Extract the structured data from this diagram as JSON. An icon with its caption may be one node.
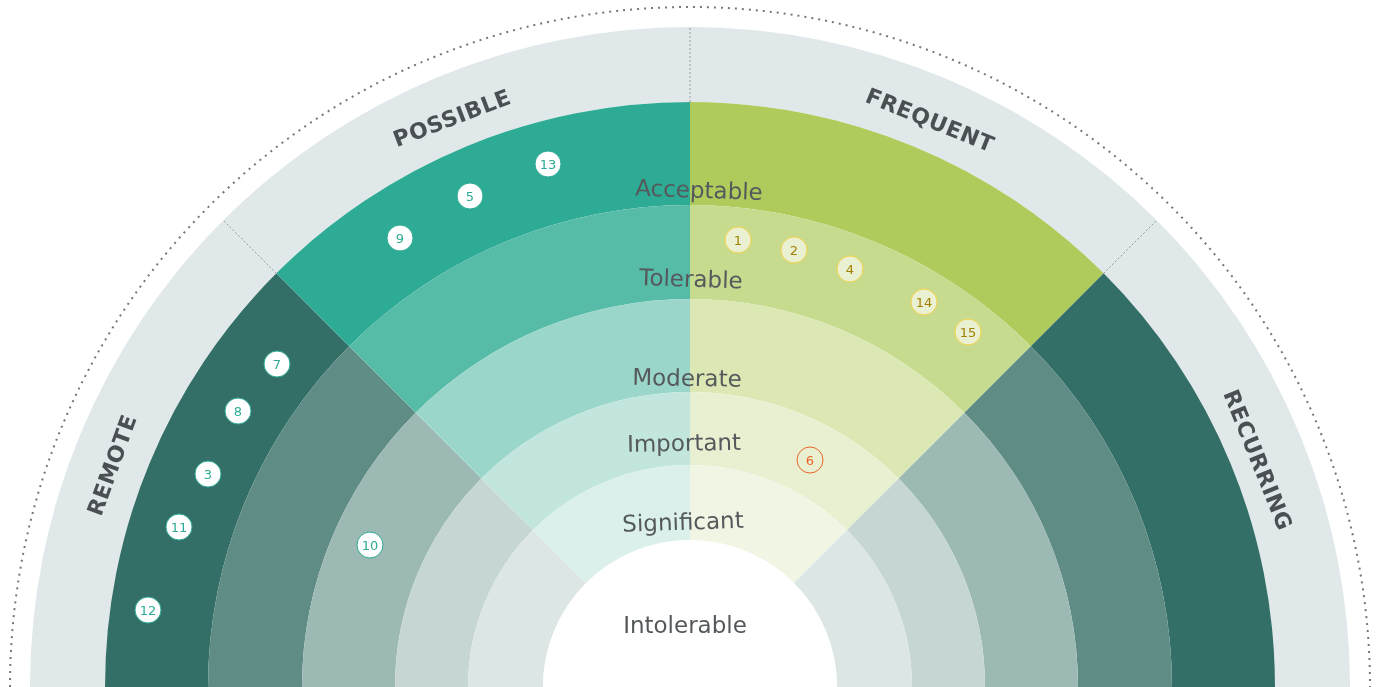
{
  "diagram": {
    "nodes": [
      {
        "text": [
          "POSSIBLE"
        ]
      },
      {
        "text": [
          "FREQUENT"
        ]
      },
      {
        "text": [
          "REMOTE"
        ]
      },
      {
        "text": [
          "RECURRING"
        ]
      },
      {
        "text": [
          "Acceptable"
        ]
      },
      {
        "text": [
          "Tolerable"
        ]
      },
      {
        "text": [
          "Moderate"
        ]
      },
      {
        "text": [
          "Important"
        ]
      },
      {
        "text": [
          "Significant"
        ]
      },
      {
        "text": [
          "Intolerable"
        ]
      },
      {
        "text": [
          "13"
        ]
      },
      {
        "text": [
          "5"
        ]
      },
      {
        "text": [
          "9"
        ]
      },
      {
        "text": [
          "1"
        ]
      },
      {
        "text": [
          "2"
        ]
      },
      {
        "text": [
          "4"
        ]
      },
      {
        "text": [
          "14"
        ]
      },
      {
        "text": [
          "15"
        ]
      },
      {
        "text": [
          "7"
        ]
      },
      {
        "text": [
          "8"
        ]
      },
      {
        "text": [
          "6"
        ]
      },
      {
        "text": [
          "3"
        ]
      },
      {
        "text": [
          "11"
        ]
      },
      {
        "text": [
          "10"
        ]
      },
      {
        "text": [
          "12"
        ]
      }
    ]
  }
}
